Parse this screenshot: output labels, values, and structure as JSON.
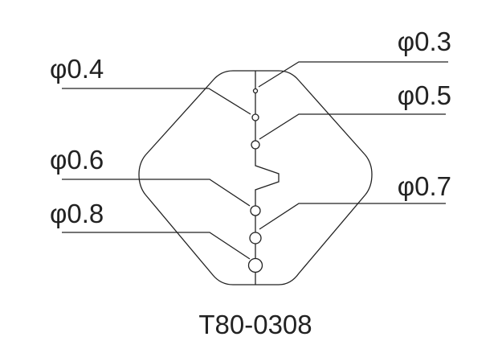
{
  "labels": {
    "d03": "φ0.3",
    "d04": "φ0.4",
    "d05": "φ0.5",
    "d06": "φ0.6",
    "d07": "φ0.7",
    "d08": "φ0.8"
  },
  "caption": "T80-0308",
  "colors": {
    "line": "#222222",
    "background": "#ffffff"
  }
}
